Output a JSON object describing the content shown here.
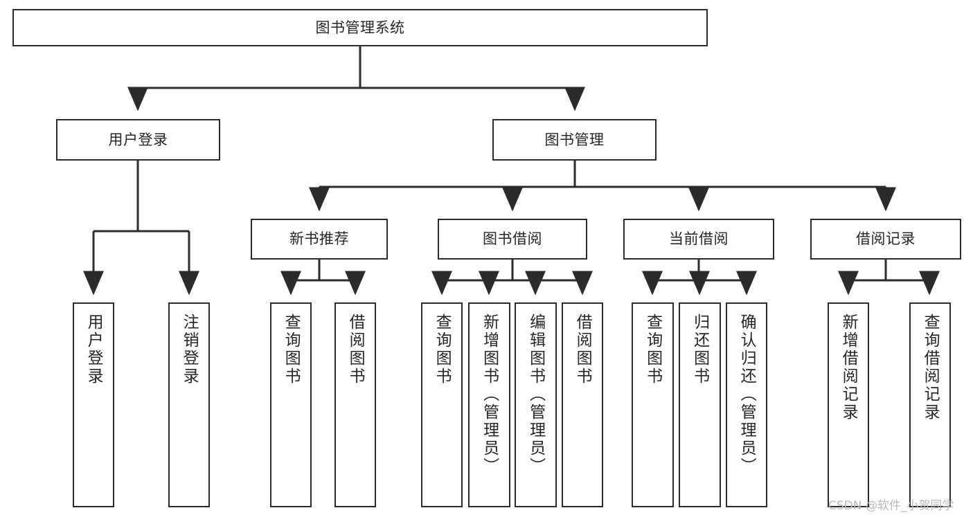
{
  "diagram": {
    "title": "图书管理系统",
    "root": {
      "label": "图书管理系统"
    },
    "level2": [
      {
        "label": "用户登录"
      },
      {
        "label": "图书管理"
      }
    ],
    "level3": [
      {
        "label": "新书推荐"
      },
      {
        "label": "图书借阅"
      },
      {
        "label": "当前借阅"
      },
      {
        "label": "借阅记录"
      }
    ],
    "leaves": {
      "user_login": [
        {
          "label": "用户登录"
        },
        {
          "label": "注销登录"
        }
      ],
      "new_book": [
        {
          "label": "查询图书"
        },
        {
          "label": "借阅图书"
        }
      ],
      "borrow_book": [
        {
          "label": "查询图书"
        },
        {
          "label": "新增图书（管理员）"
        },
        {
          "label": "编辑图书（管理员）"
        },
        {
          "label": "借阅图书"
        }
      ],
      "current_borrow": [
        {
          "label": "查询图书"
        },
        {
          "label": "归还图书"
        },
        {
          "label": "确认归还（管理员）"
        }
      ],
      "borrow_record": [
        {
          "label": "新增借阅记录"
        },
        {
          "label": "查询借阅记录"
        }
      ]
    }
  },
  "watermark": {
    "text": "CSDN @软件_小贺同学"
  },
  "colors": {
    "border": "#2b2b2b",
    "text": "#262626",
    "background": "#ffffff",
    "watermark": "#b9b9b9"
  }
}
